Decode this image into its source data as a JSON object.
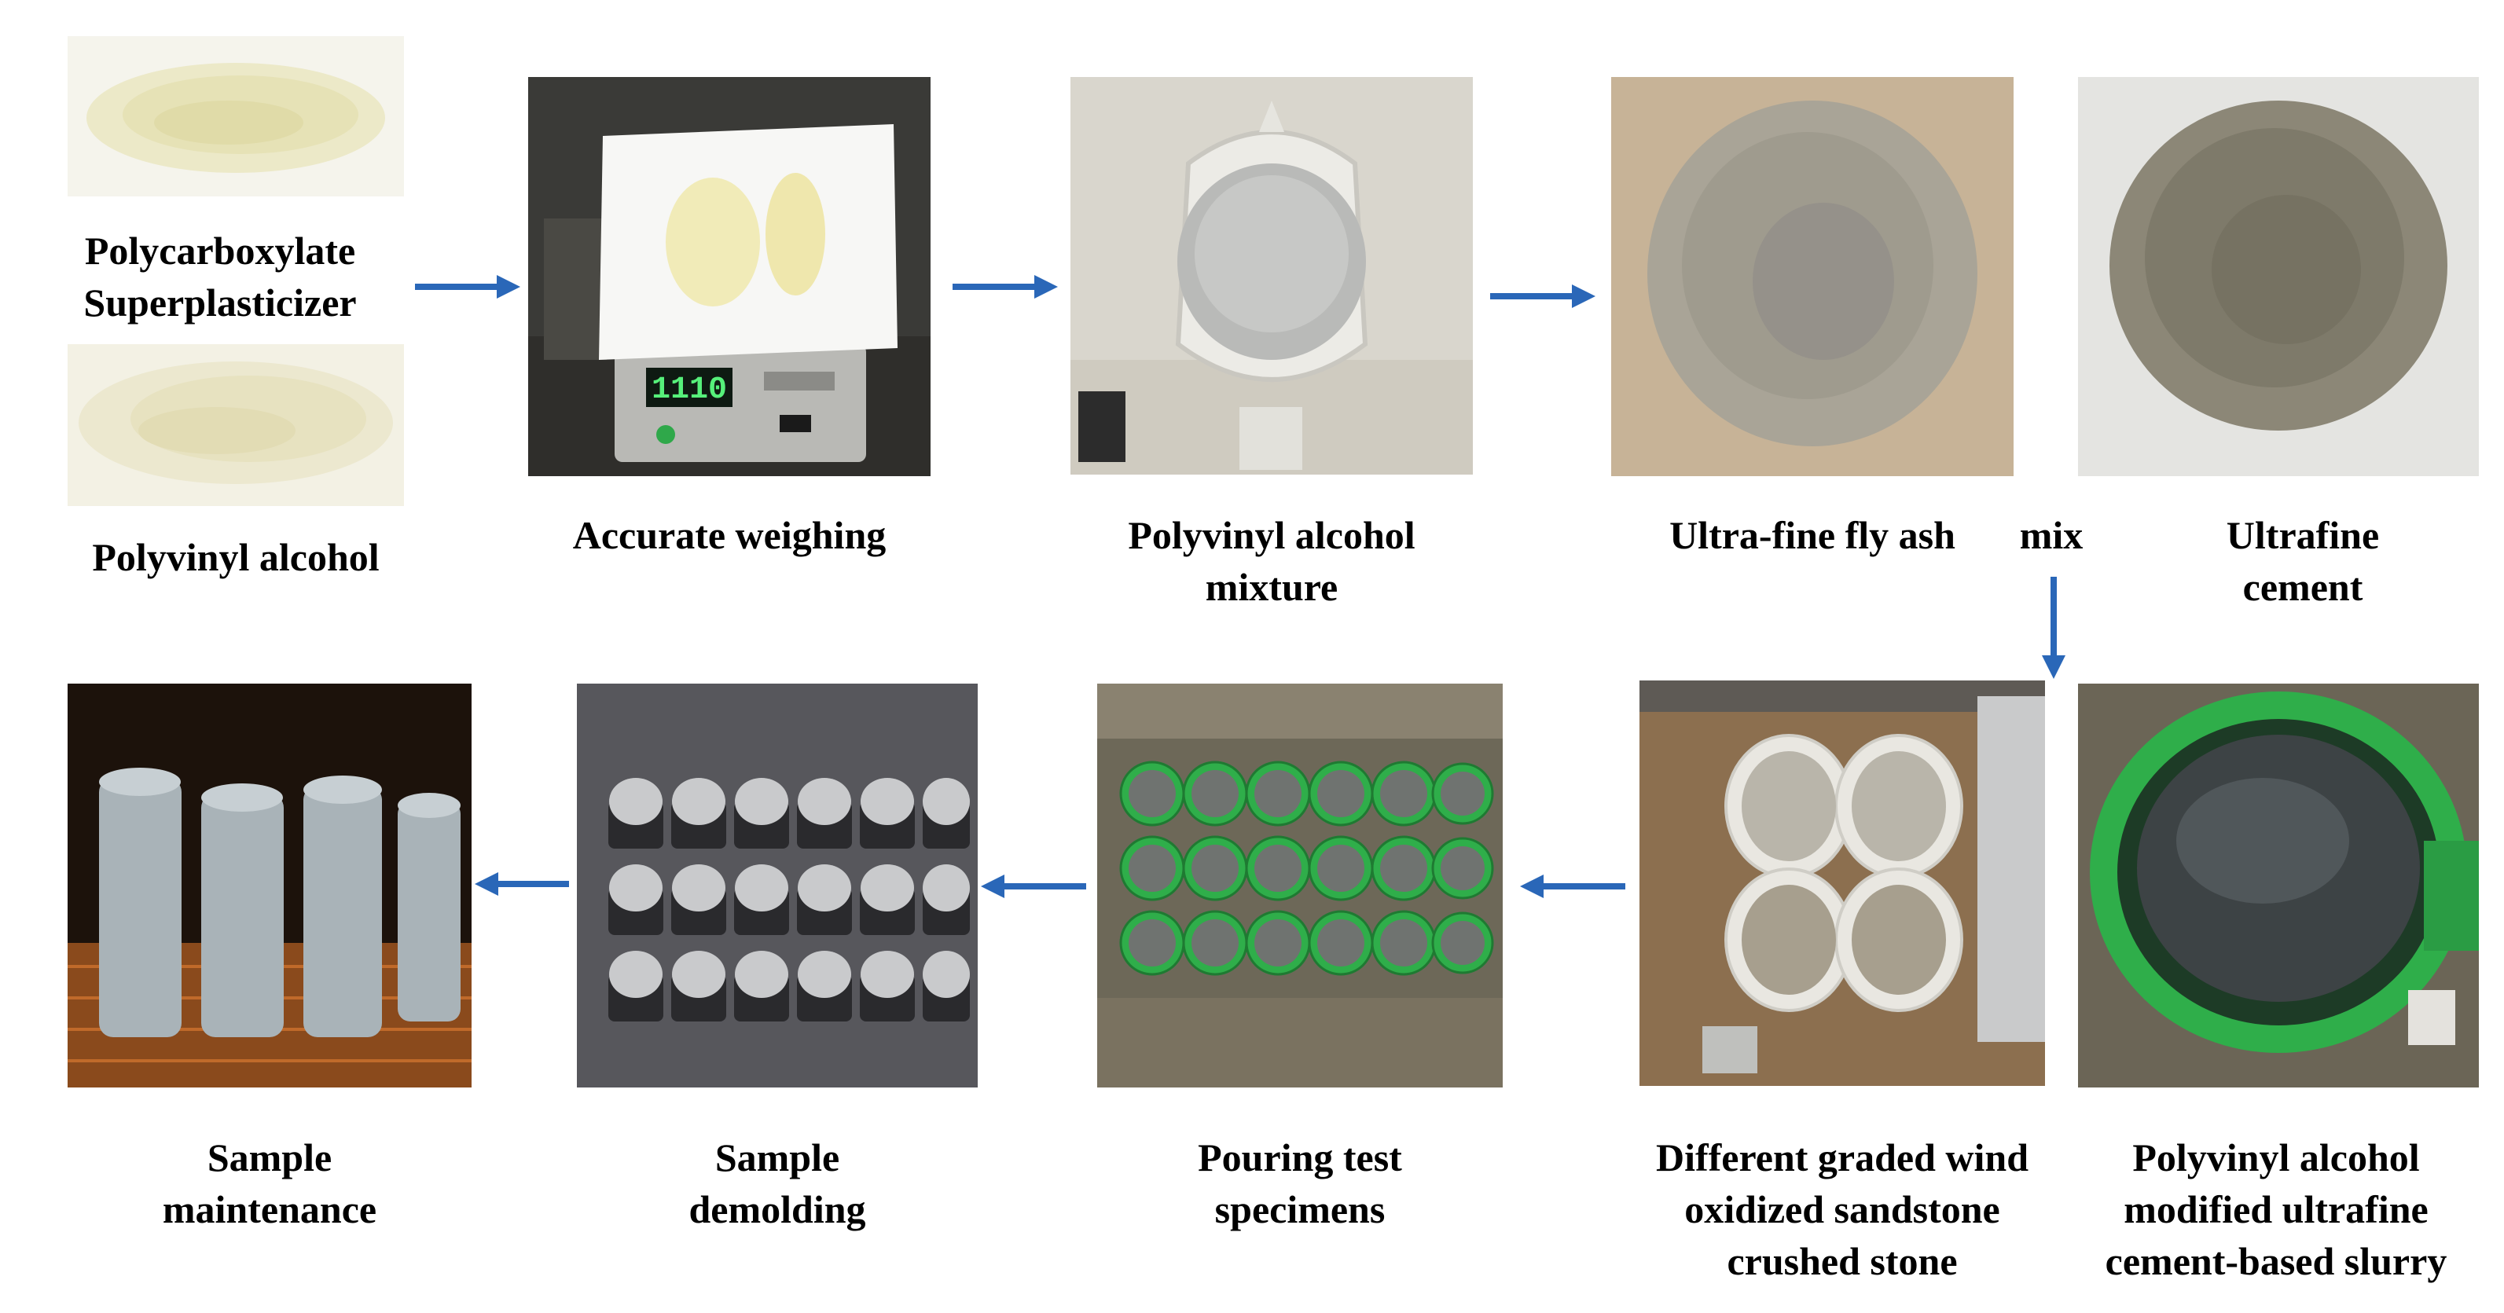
{
  "labels": {
    "polycarboxylate_line1": "Polycarboxylate",
    "polycarboxylate_line2": "Superplasticizer",
    "polyvinyl_alcohol": "Polyvinyl alcohol",
    "accurate_weighing": "Accurate weighing",
    "pva_mixture_line1": "Polyvinyl alcohol",
    "pva_mixture_line2": "mixture",
    "fly_ash": "Ultra-fine fly ash",
    "mix": "mix",
    "cement_line1": "Ultrafine",
    "cement_line2": "cement",
    "maintenance_line1": "Sample",
    "maintenance_line2": "maintenance",
    "demolding_line1": "Sample",
    "demolding_line2": "demolding",
    "pouring_line1": "Pouring test",
    "pouring_line2": "specimens",
    "sandstone_line1": "Different graded wind",
    "sandstone_line2": "oxidized sandstone",
    "sandstone_line3": "crushed stone",
    "slurry_line1": "Polyvinyl alcohol",
    "slurry_line2": "modified ultrafine",
    "slurry_line3": "cement-based slurry"
  },
  "scale_display": "1110",
  "colors": {
    "arrow": "#2a67b8",
    "text": "#000000",
    "mold_green": "#2fae4a"
  }
}
